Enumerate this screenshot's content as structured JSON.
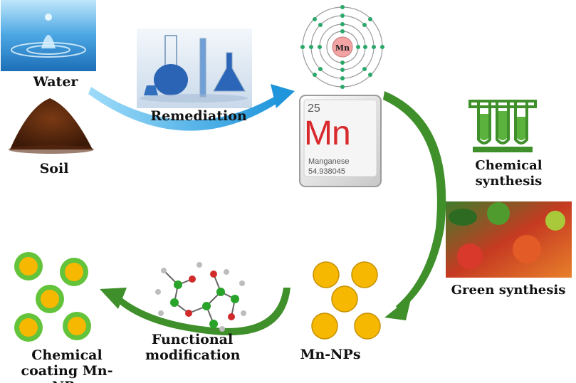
{
  "labels": {
    "water": "Water",
    "soil": "Soil",
    "remediation": "Remediation",
    "chemical_synthesis": "Chemical synthesis",
    "green_synthesis": "Green synthesis",
    "mn_nps": "Mn-NPs",
    "functional_line1": "Functional",
    "functional_line2": "modification",
    "coating_line1": "Chemical",
    "coating_line2": "coating Mn-NPs"
  },
  "element": {
    "atomic_number": "25",
    "symbol": "Mn",
    "name": "Manganese",
    "mass": "54.938045"
  },
  "atom_symbol": "Mn",
  "colors": {
    "green_arrow": "#3f8f2a",
    "blue_arrow": "#2a9ee0",
    "nanoparticle": "#f6b800",
    "coating": "#63c33a",
    "element_symbol": "#d8292c"
  }
}
